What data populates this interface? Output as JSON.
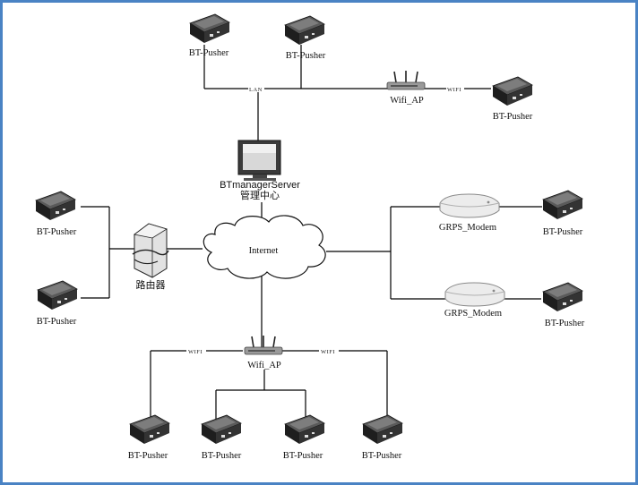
{
  "labels": {
    "bt_pusher": "BT-Pusher",
    "wifi_ap": "Wifi_AP",
    "server": "BTmanagerServer",
    "server_sub": "管理中心",
    "internet": "Internet",
    "router": "路由器",
    "modem": "GRPS_Modem",
    "lan": "LAN",
    "wifi": "WIFI"
  },
  "colors": {
    "frame_border": "#4a83c4",
    "device_dark": "#2b2b2b",
    "line": "#000000"
  },
  "icons": [
    "bt-pusher-icon",
    "wifi-ap-icon",
    "server-monitor-icon",
    "internet-cloud-icon",
    "router-icon",
    "modem-icon"
  ]
}
